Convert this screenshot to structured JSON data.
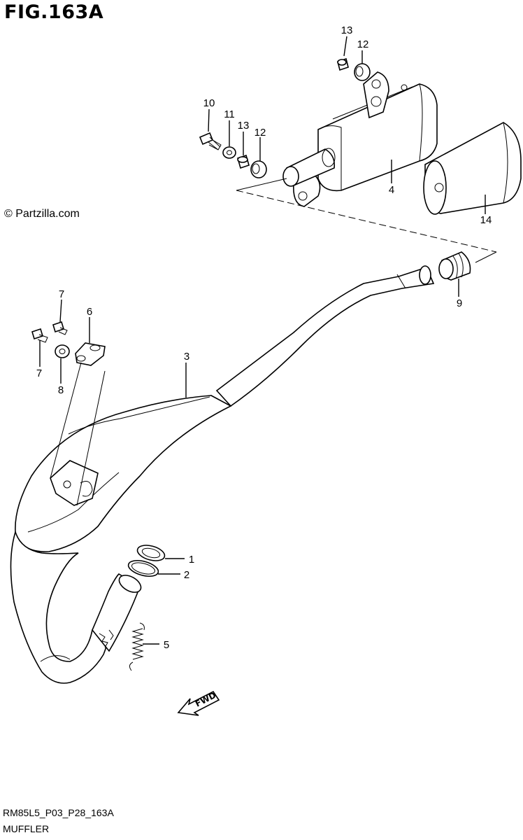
{
  "figure_title": "FIG.163A",
  "watermark": "© Partzilla.com",
  "diagram_code": "RM85L5_P03_P28_163A",
  "caption": "MUFFLER",
  "direction_marker": "FWD",
  "callouts": [
    {
      "id": "c13a",
      "label": "13"
    },
    {
      "id": "c12a",
      "label": "12"
    },
    {
      "id": "c10",
      "label": "10"
    },
    {
      "id": "c11",
      "label": "11"
    },
    {
      "id": "c13b",
      "label": "13"
    },
    {
      "id": "c12b",
      "label": "12"
    },
    {
      "id": "c4",
      "label": "4"
    },
    {
      "id": "c14",
      "label": "14"
    },
    {
      "id": "c9",
      "label": "9"
    },
    {
      "id": "c7a",
      "label": "7"
    },
    {
      "id": "c6",
      "label": "6"
    },
    {
      "id": "c7b",
      "label": "7"
    },
    {
      "id": "c8",
      "label": "8"
    },
    {
      "id": "c3",
      "label": "3"
    },
    {
      "id": "c1",
      "label": "1"
    },
    {
      "id": "c2",
      "label": "2"
    },
    {
      "id": "c5",
      "label": "5"
    }
  ]
}
